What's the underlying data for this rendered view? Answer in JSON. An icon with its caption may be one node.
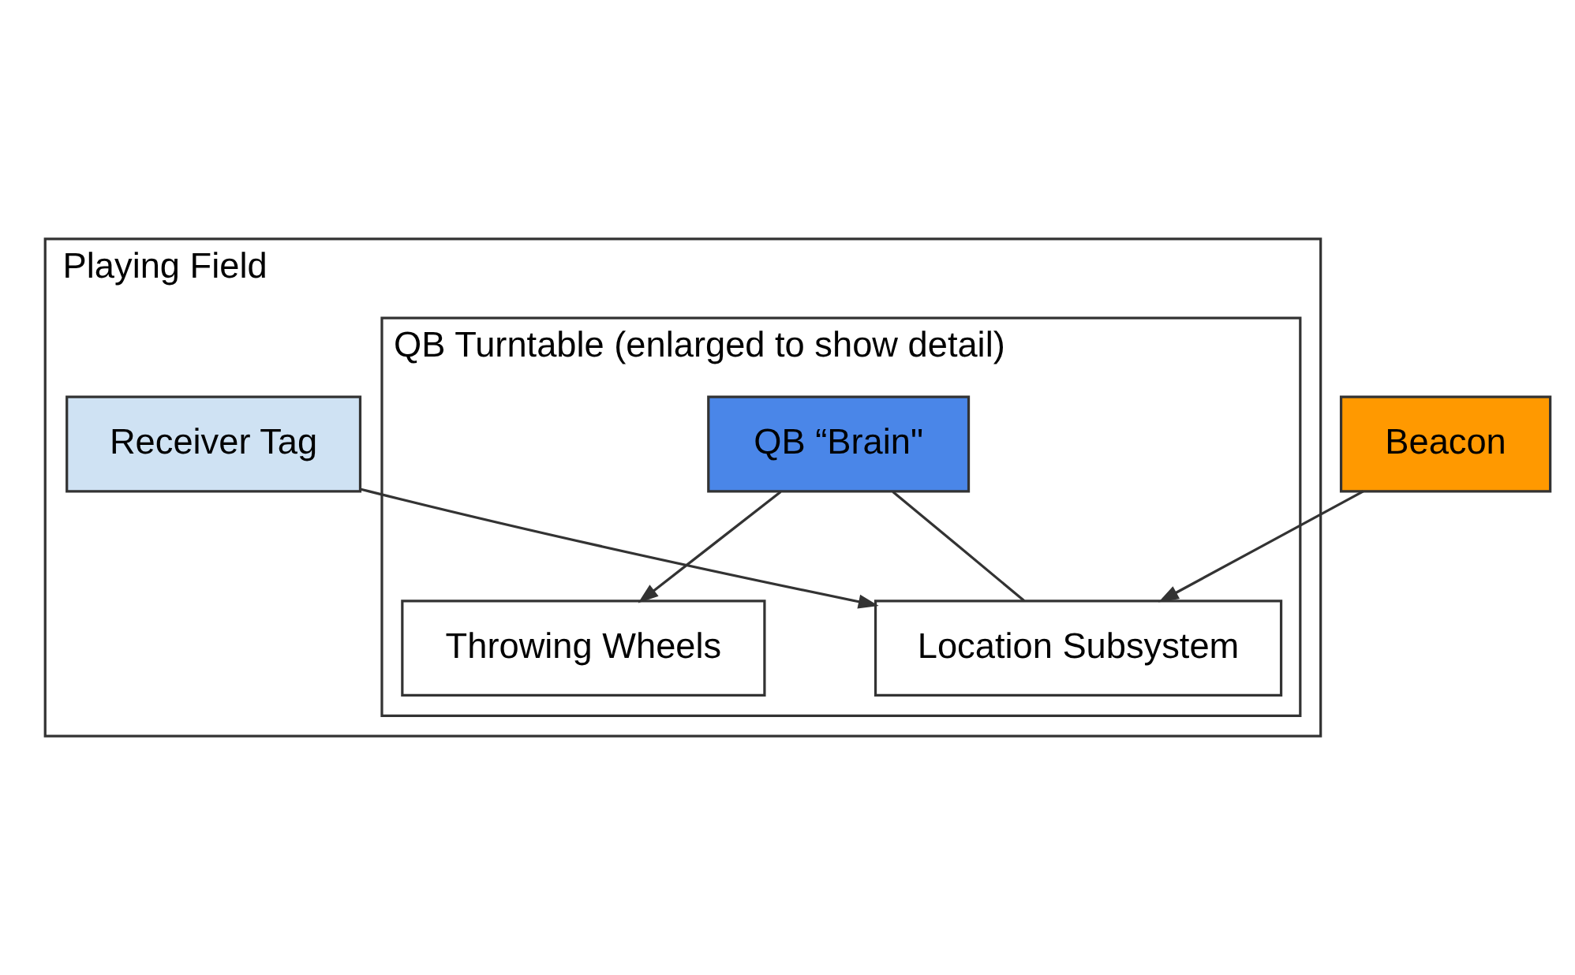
{
  "diagram": {
    "nodes": [
      {
        "text": [
          "Playing Field"
        ]
      },
      {
        "text": [
          "Receiver Tag"
        ],
        "in": 0
      },
      {
        "text": [
          "QB Turntable (enlarged to show detail)"
        ],
        "in": 0
      },
      {
        "text": [
          "Throwing Wheels"
        ],
        "in": 2
      },
      {
        "text": [
          "QB “Brain\""
        ],
        "in": 2
      },
      {
        "text": [
          "Location Subsystem"
        ],
        "in": 2
      },
      {
        "text": [
          "Beacon"
        ]
      }
    ],
    "edges": [
      {
        "from": 4,
        "to": 3,
        "arrow": "to"
      },
      {
        "from": 4,
        "to": 5,
        "arrow": "none"
      },
      {
        "from": 1,
        "to": 5,
        "arrow": "to"
      },
      {
        "from": 6,
        "to": 5,
        "arrow": "to"
      }
    ]
  }
}
